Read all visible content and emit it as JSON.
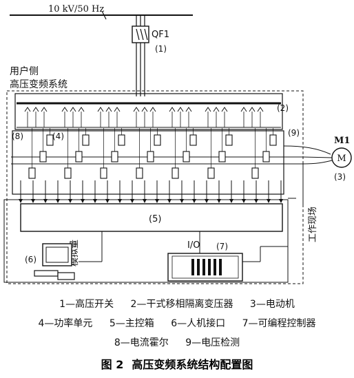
{
  "supply": {
    "voltage": "10 kV/50 Hz"
  },
  "labels": {
    "breaker": "QF1",
    "breaker_num": "(1)",
    "user_side": "用户侧",
    "system": "高压变频系统",
    "transformer_num": "(2)",
    "current_hall_num": "(8)",
    "power_unit_num": "(4)",
    "voltage_detect_num": "(9)",
    "motor": "M1",
    "motor_symbol": "M",
    "motor_num": "(3)",
    "controller_num": "(5)",
    "hmi_num": "(6)",
    "plc_num": "(7)",
    "io": "I/O",
    "analog": "模拟量",
    "field": "工作现场"
  },
  "legend": {
    "row1": [
      "1—高压开关",
      "2—干式移相隔离变压器",
      "3—电动机"
    ],
    "row2": [
      "4—功率单元",
      "5—主控箱",
      "6—人机接口",
      "7—可编程控制器"
    ],
    "row3": [
      "8—电流霍尔",
      "9—电压检测"
    ]
  },
  "figure": {
    "number": "图 2",
    "title": "高压变频系统结构配置图"
  }
}
